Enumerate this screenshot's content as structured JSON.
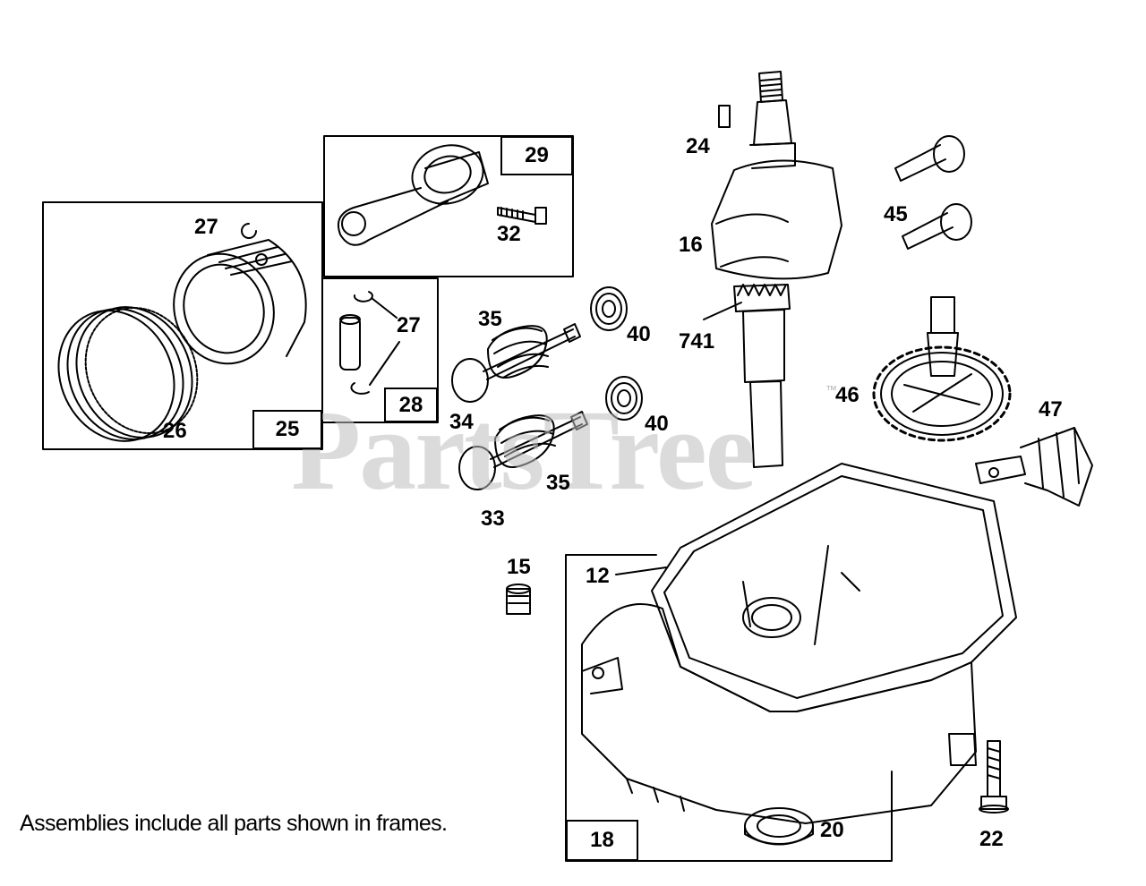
{
  "watermark": {
    "text": "PartsTree",
    "trademark": "™"
  },
  "caption": "Assemblies include all parts shown in frames.",
  "bottom_text": "",
  "frames": [
    {
      "number": "25"
    },
    {
      "number": "28"
    },
    {
      "number": "29"
    },
    {
      "number": "18"
    }
  ],
  "callouts": {
    "c24": "24",
    "c16": "16",
    "c741": "741",
    "c45": "45",
    "c46": "46",
    "c47": "47",
    "c40a": "40",
    "c40b": "40",
    "c35a": "35",
    "c35b": "35",
    "c34": "34",
    "c33": "33",
    "c27a": "27",
    "c27b": "27",
    "c26": "26",
    "c32": "32",
    "c15": "15",
    "c12": "12",
    "c20": "20",
    "c22": "22"
  }
}
